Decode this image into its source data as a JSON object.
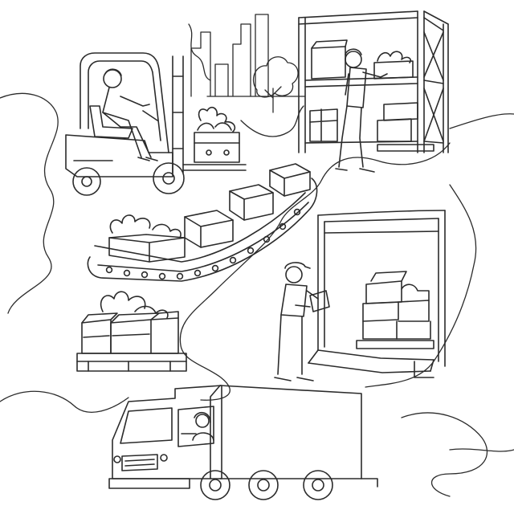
{
  "illustration": {
    "style": "black-and-white line art",
    "colors": {
      "background": "#ffffff",
      "ink": "#2b2b2b",
      "ink_light": "#6a6a6a"
    },
    "scenes": [
      {
        "id": "forklift",
        "icon": "forklift-icon"
      },
      {
        "id": "warehouse-shelving",
        "icon": "shelving-icon"
      },
      {
        "id": "conveyor-belt",
        "icon": "conveyor-icon"
      },
      {
        "id": "produce-pallet",
        "icon": "pallet-icon"
      },
      {
        "id": "loading-dock",
        "icon": "dock-door-icon"
      },
      {
        "id": "delivery-truck",
        "icon": "truck-icon"
      }
    ]
  }
}
